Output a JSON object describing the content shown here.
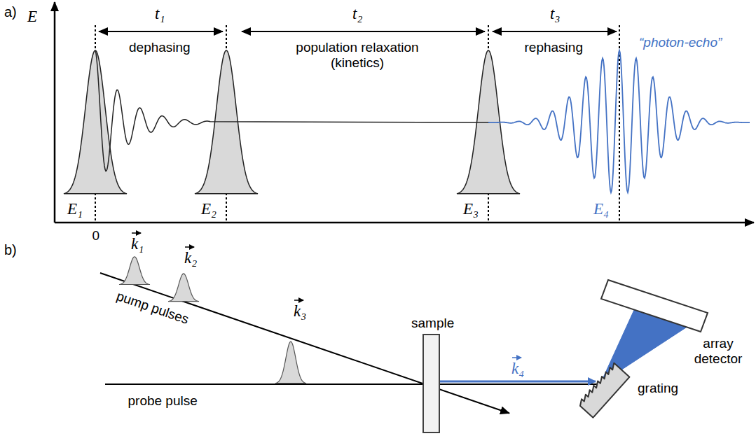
{
  "diagram": {
    "nodes": [
      {
        "text": [
          "sample"
        ]
      },
      {
        "text": [
          "grating"
        ]
      },
      {
        "text": [
          "array detector"
        ]
      }
    ],
    "edges": [
      {
        "from": 0,
        "to": 1,
        "label": "k₄",
        "arrow": "to"
      },
      {
        "from": 1,
        "to": 2,
        "arrow": "none"
      }
    ],
    "labels": [
      "a)",
      "E",
      "t₁",
      "t₂",
      "t₃",
      "dephasing",
      "population relaxation (kinetics)",
      "rephasing",
      "“photon-echo”",
      "E₁",
      "E₂",
      "E₃",
      "E₄",
      "0",
      "b)",
      "k₁",
      "k₂",
      "k₃",
      "pump pulses",
      "probe pulse"
    ]
  }
}
